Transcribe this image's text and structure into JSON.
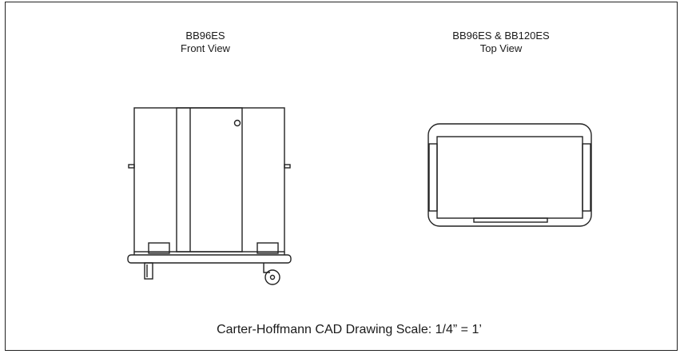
{
  "front_view": {
    "model": "BB96ES",
    "view": "Front View"
  },
  "top_view": {
    "model": "BB96ES & BB120ES",
    "view": "Top View"
  },
  "footer": {
    "scale_label": "Carter-Hoffmann CAD Drawing Scale: 1/4” = 1’"
  }
}
